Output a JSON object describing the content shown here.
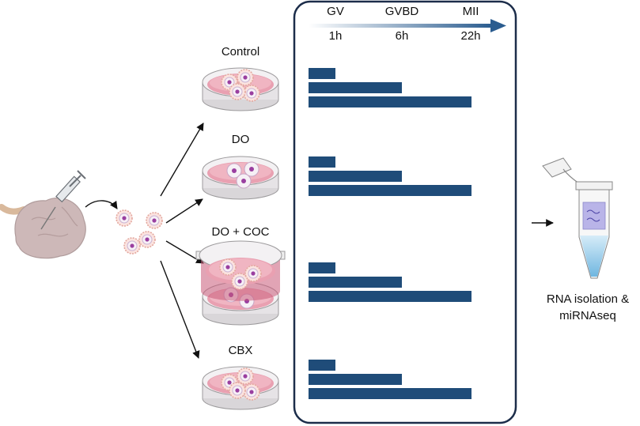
{
  "timeline": {
    "stages": [
      "GV",
      "GVBD",
      "MII"
    ],
    "times": [
      "1h",
      "6h",
      "22h"
    ],
    "time_values_h": [
      1,
      6,
      22
    ],
    "bar_color": "#1f4c79"
  },
  "conditions": [
    {
      "label": "Control"
    },
    {
      "label": "DO"
    },
    {
      "label": "DO + COC"
    },
    {
      "label": "CBX"
    }
  ],
  "output": {
    "caption_line1": "RNA isolation &",
    "caption_line2": "miRNAseq"
  },
  "icons": [
    "ovary-icon",
    "syringe-icon",
    "oocyte-icon",
    "petri-dish-icon",
    "tube-icon"
  ]
}
